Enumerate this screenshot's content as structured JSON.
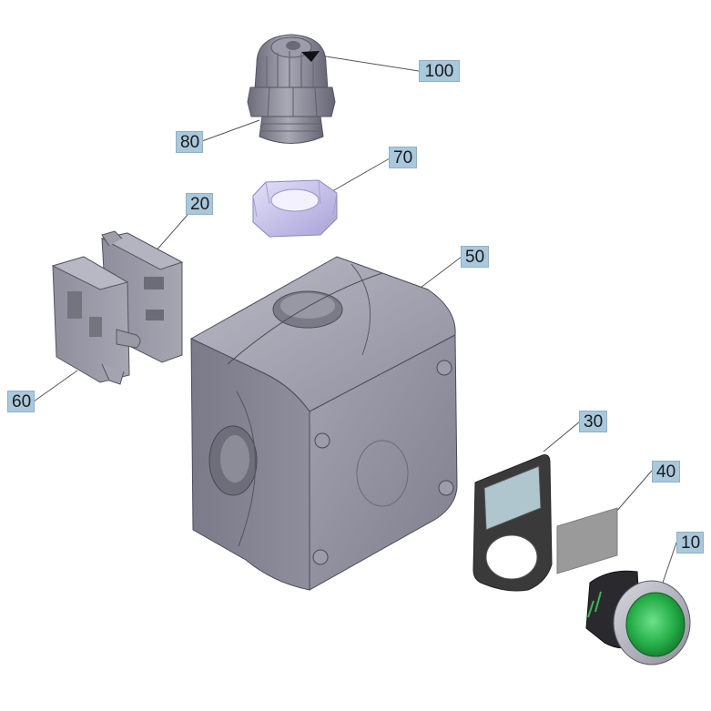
{
  "colors": {
    "callout_fill": "#aac8dc",
    "housing": "#8a8a9a",
    "button_green": "#27b04a",
    "locknut": "#c9c4ea",
    "legend_window": "#b0c6cf",
    "label_plate": "#9a9a9a"
  },
  "parts": [
    {
      "number": "10",
      "part": "green-pushbutton"
    },
    {
      "number": "20",
      "part": "contact-block-20"
    },
    {
      "number": "30",
      "part": "legend-holder"
    },
    {
      "number": "40",
      "part": "label-insert"
    },
    {
      "number": "50",
      "part": "enclosure-housing"
    },
    {
      "number": "60",
      "part": "contact-block-60"
    },
    {
      "number": "70",
      "part": "locknut"
    },
    {
      "number": "80",
      "part": "cable-gland"
    },
    {
      "number": "100",
      "part": "gland-seal-insert"
    }
  ]
}
